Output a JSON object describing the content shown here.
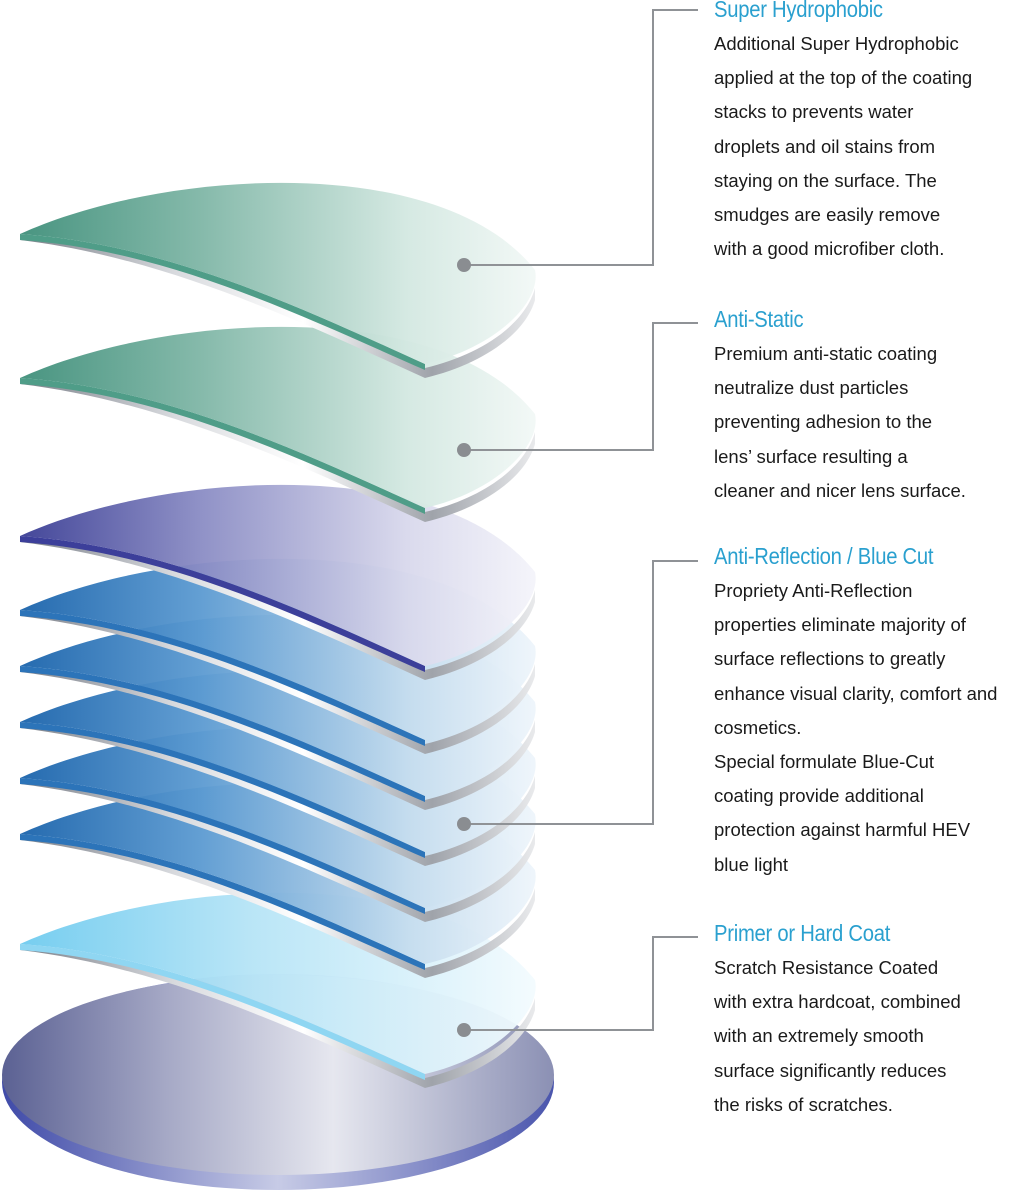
{
  "colors": {
    "title": "#2aa0cf",
    "leader": "#8f9296",
    "dot": "#8a8d91",
    "hydrophobic": "#4f9d88",
    "antistatic": "#4f9d88",
    "antireflection": "#3c3f9a",
    "bluecut": "#2c74b9",
    "hardcoat": "#8fd6f2",
    "base": "#8288b4"
  },
  "callouts": [
    {
      "id": "super-hydrophobic",
      "title": "Super Hydrophobic",
      "lines": [
        "Additional Super Hydrophobic",
        "applied at the top of the coating",
        "stacks to prevents water",
        "droplets and oil stains from",
        "staying on the surface. The",
        "smudges are easily remove",
        "with a good microfiber cloth."
      ]
    },
    {
      "id": "anti-static",
      "title": "Anti-Static",
      "lines": [
        "Premium anti-static coating",
        "neutralize dust particles",
        "preventing adhesion to the",
        "lens’ surface resulting a",
        "cleaner and nicer lens surface."
      ]
    },
    {
      "id": "anti-reflection-blue-cut",
      "title": "Anti-Reflection / Blue Cut",
      "lines": [
        "Propriety Anti-Reflection",
        "properties eliminate majority of",
        "surface reflections to greatly",
        "enhance visual clarity, comfort and",
        "cosmetics.",
        "Special formulate Blue-Cut",
        "coating provide additional",
        "protection against harmful HEV",
        "blue light"
      ]
    },
    {
      "id": "primer-hard-coat",
      "title": "Primer or Hard Coat",
      "lines": [
        "Scratch Resistance Coated",
        "with extra hardcoat, combined",
        "with an extremely smooth",
        "surface significantly reduces",
        "the risks of scratches."
      ]
    }
  ]
}
